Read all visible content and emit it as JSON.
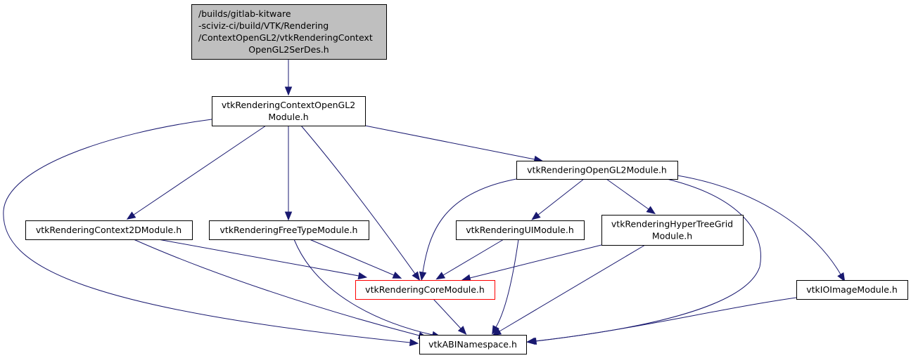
{
  "graph": {
    "title": "Include dependency graph",
    "edge_color": "#191970",
    "nodes": [
      {
        "id": "serdes",
        "lines": [
          "/builds/gitlab-kitware",
          "-sciviz-ci/build/VTK/Rendering",
          "/ContextOpenGL2/vtkRenderingContext",
          "OpenGL2SerDes.h"
        ],
        "style": "focus"
      },
      {
        "id": "ctxgl2",
        "lines": [
          "vtkRenderingContextOpenGL2",
          "Module.h"
        ],
        "style": "normal"
      },
      {
        "id": "opengl2",
        "lines": [
          "vtkRenderingOpenGL2Module.h"
        ],
        "style": "normal"
      },
      {
        "id": "ctx2d",
        "lines": [
          "vtkRenderingContext2DModule.h"
        ],
        "style": "normal"
      },
      {
        "id": "freetype",
        "lines": [
          "vtkRenderingFreeTypeModule.h"
        ],
        "style": "normal"
      },
      {
        "id": "ui",
        "lines": [
          "vtkRenderingUIModule.h"
        ],
        "style": "normal"
      },
      {
        "id": "htg",
        "lines": [
          "vtkRenderingHyperTreeGrid",
          "Module.h"
        ],
        "style": "normal"
      },
      {
        "id": "core",
        "lines": [
          "vtkRenderingCoreModule.h"
        ],
        "style": "red"
      },
      {
        "id": "ioimage",
        "lines": [
          "vtkIOImageModule.h"
        ],
        "style": "normal"
      },
      {
        "id": "abi",
        "lines": [
          "vtkABINamespace.h"
        ],
        "style": "normal"
      }
    ],
    "edges": [
      {
        "from": "serdes",
        "to": "ctxgl2"
      },
      {
        "from": "ctxgl2",
        "to": "abi"
      },
      {
        "from": "ctxgl2",
        "to": "ctx2d"
      },
      {
        "from": "ctxgl2",
        "to": "freetype"
      },
      {
        "from": "ctxgl2",
        "to": "core"
      },
      {
        "from": "ctxgl2",
        "to": "opengl2"
      },
      {
        "from": "opengl2",
        "to": "core"
      },
      {
        "from": "opengl2",
        "to": "ui"
      },
      {
        "from": "opengl2",
        "to": "htg"
      },
      {
        "from": "opengl2",
        "to": "abi"
      },
      {
        "from": "opengl2",
        "to": "ioimage"
      },
      {
        "from": "ctx2d",
        "to": "core"
      },
      {
        "from": "ctx2d",
        "to": "abi"
      },
      {
        "from": "freetype",
        "to": "core"
      },
      {
        "from": "freetype",
        "to": "abi"
      },
      {
        "from": "ui",
        "to": "core"
      },
      {
        "from": "ui",
        "to": "abi"
      },
      {
        "from": "htg",
        "to": "core"
      },
      {
        "from": "htg",
        "to": "abi"
      },
      {
        "from": "core",
        "to": "abi"
      },
      {
        "from": "ioimage",
        "to": "abi"
      }
    ]
  }
}
